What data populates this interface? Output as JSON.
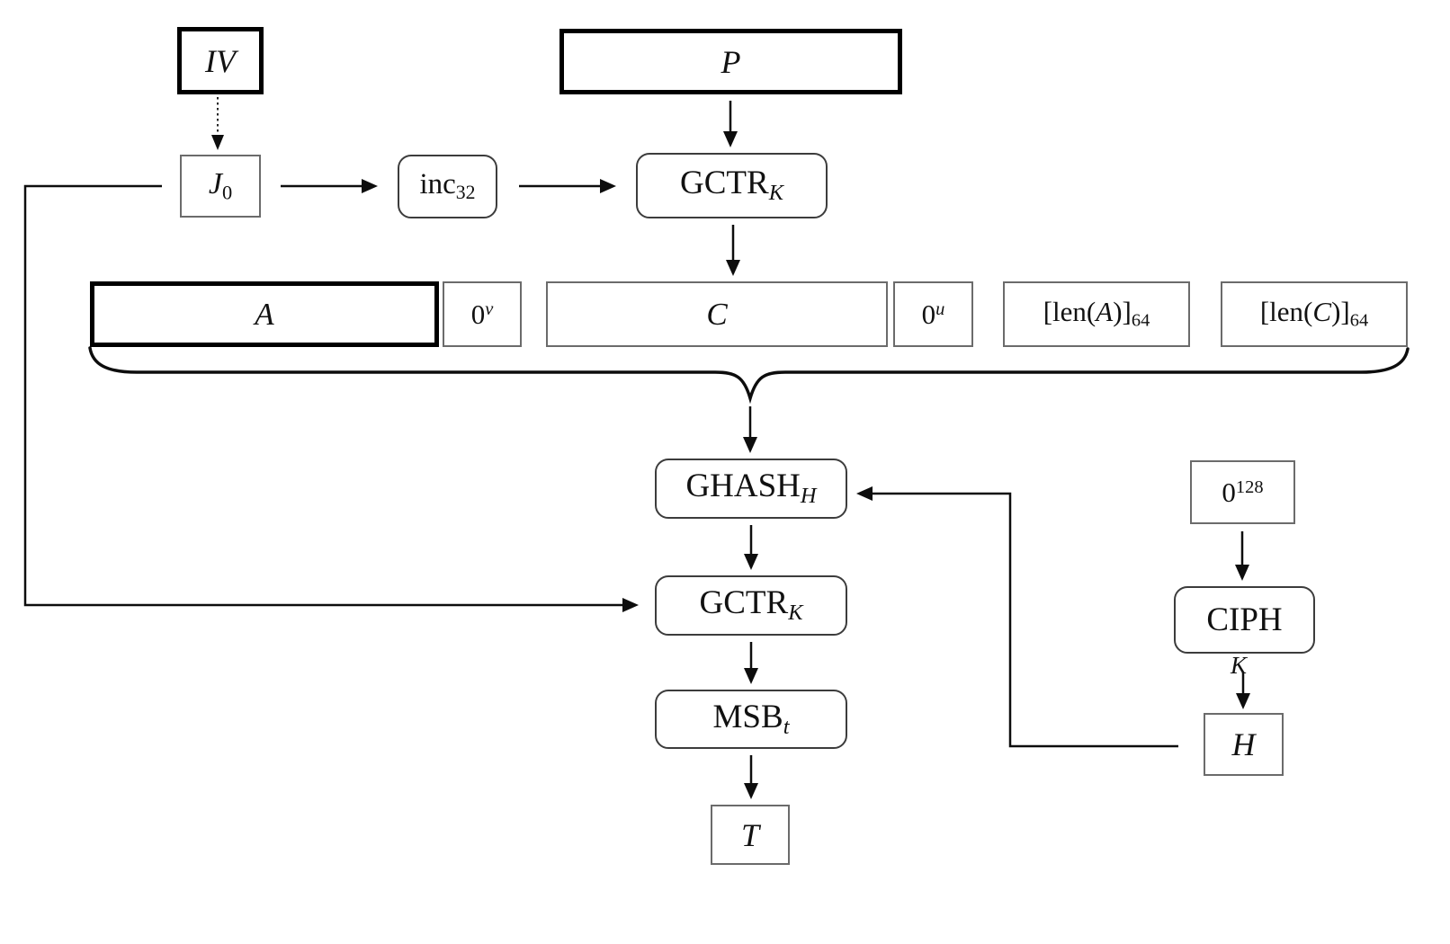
{
  "diagram": {
    "kind": "block-flow-diagram",
    "palette": {
      "ink": "#000000",
      "thin_border": "#6b6b6b",
      "round_border": "#3c3c3c",
      "background": "#ffffff"
    }
  },
  "nodes": {
    "iv": {
      "label": "IV"
    },
    "p": {
      "label": "P"
    },
    "j0": {
      "base": "J",
      "sub": "0"
    },
    "inc32": {
      "base": "inc",
      "sub": "32"
    },
    "gctr_top": {
      "base": "GCTR",
      "sub": "K"
    },
    "a": {
      "label": "A"
    },
    "zero_v": {
      "base": "0",
      "sup": "v"
    },
    "c": {
      "label": "C"
    },
    "zero_u": {
      "base": "0",
      "sup": "u"
    },
    "len_a": {
      "pre": "[len(",
      "var": "A",
      "post": ")]",
      "sub": "64"
    },
    "len_c": {
      "pre": "[len(",
      "var": "C",
      "post": ")]",
      "sub": "64"
    },
    "ghash": {
      "base": "GHASH",
      "sub": "H"
    },
    "gctr_bot": {
      "base": "GCTR",
      "sub": "K"
    },
    "msb": {
      "base": "MSB",
      "sub": "t"
    },
    "t": {
      "label": "T"
    },
    "zero_128": {
      "base": "0",
      "sup": "128"
    },
    "ciph": {
      "base": "CIPH",
      "key_label": "K"
    },
    "h": {
      "label": "H"
    }
  }
}
